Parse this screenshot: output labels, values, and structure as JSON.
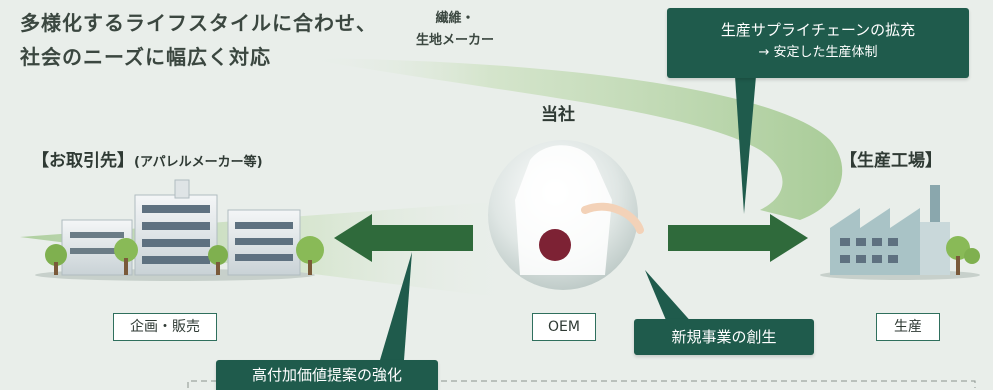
{
  "headline": {
    "line1": "多様化するライフスタイルに合わせ、",
    "line2": "社会のニーズに幅広く対応"
  },
  "supplier": {
    "line1": "繊維・",
    "line2": "生地メーカー"
  },
  "callout_supply": {
    "line1": "生産サプライチェーンの拡充",
    "line2": "→ 安定した生産体制"
  },
  "company": {
    "title": "当社",
    "label": "OEM"
  },
  "client": {
    "title": "【お取引先】",
    "sub": "(アパレルメーカー等)",
    "label": "企画・販売"
  },
  "factory": {
    "title": "【生産工場】",
    "label": "生産"
  },
  "callout_new": {
    "label": "新規事業の創生"
  },
  "callout_value": {
    "label": "高付加価値提案の強化"
  },
  "colors": {
    "background": "#e9eeea",
    "dark_green": "#1f5b4c",
    "arrow_green": "#2f6a3b",
    "swoosh_green": "#b6d3a6"
  }
}
